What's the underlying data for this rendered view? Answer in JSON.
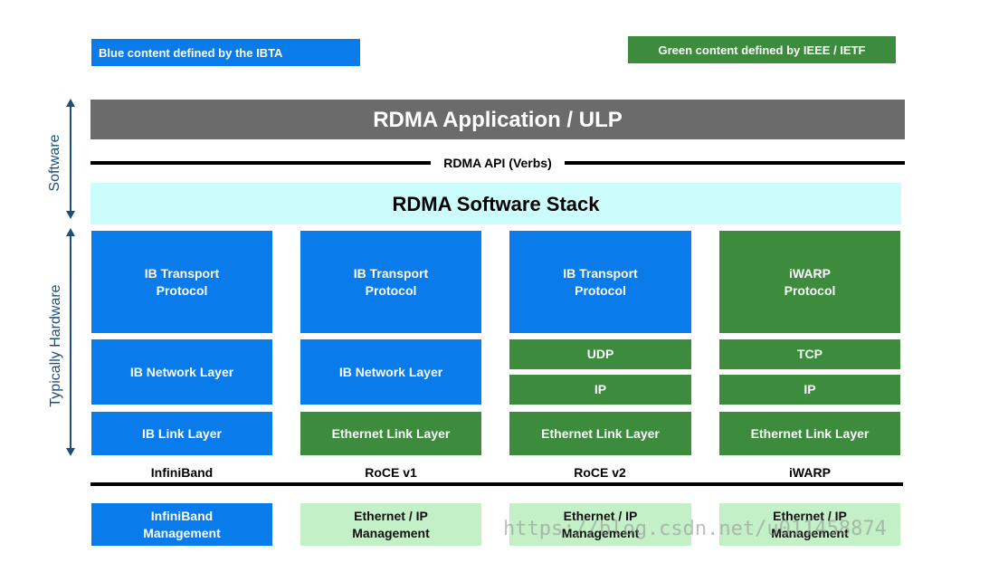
{
  "legend": {
    "blue": "Blue content defined by the IBTA",
    "green": "Green content defined by IEEE / IETF"
  },
  "side_labels": {
    "software": "Software",
    "hardware": "Typically Hardware"
  },
  "top": {
    "application": "RDMA Application / ULP",
    "api": "RDMA API (Verbs)",
    "stack": "RDMA Software Stack"
  },
  "columns": [
    {
      "transport": "IB Transport\nProtocol",
      "network": "IB Network Layer",
      "link": "IB Link Layer",
      "name": "InfiniBand",
      "management": "InfiniBand\nManagement"
    },
    {
      "transport": "IB Transport\nProtocol",
      "network": "IB Network Layer",
      "link": "Ethernet Link Layer",
      "name": "RoCE v1",
      "management": "Ethernet / IP\nManagement"
    },
    {
      "transport": "IB Transport\nProtocol",
      "udp": "UDP",
      "ip": "IP",
      "link": "Ethernet Link Layer",
      "name": "RoCE v2",
      "management": "Ethernet / IP\nManagement"
    },
    {
      "transport": "iWARP\nProtocol",
      "tcp": "TCP",
      "ip": "IP",
      "link": "Ethernet Link Layer",
      "name": "iWARP",
      "management": "Ethernet / IP\nManagement"
    }
  ],
  "watermark": "https://blog.csdn.net/u011458874",
  "colors": {
    "ibta_blue": "#0a7bea",
    "ieee_green": "#3d8b3d",
    "management_light_green": "#c4f0c8",
    "application_gray": "#6b6b6b",
    "stack_cyan": "#ccfcfc",
    "side_label_navy": "#1f4e79"
  }
}
